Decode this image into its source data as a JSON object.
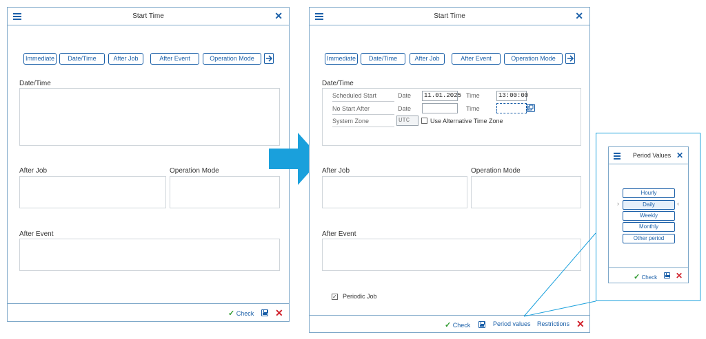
{
  "left_window": {
    "title": "Start Time",
    "tabs": [
      "Immediate",
      "Date/Time",
      "After Job",
      "After Event",
      "Operation Mode"
    ],
    "sections": {
      "datetime": "Date/Time",
      "after_job": "After Job",
      "operation_mode": "Operation Mode",
      "after_event": "After Event"
    },
    "footer": {
      "check": "Check"
    }
  },
  "right_window": {
    "title": "Start Time",
    "tabs": [
      "Immediate",
      "Date/Time",
      "After Job",
      "After Event",
      "Operation Mode"
    ],
    "sections": {
      "datetime": "Date/Time",
      "after_job": "After Job",
      "operation_mode": "Operation Mode",
      "after_event": "After Event"
    },
    "form": {
      "scheduled_start": "Scheduled Start",
      "no_start_after": "No Start After",
      "system_zone": "System Zone",
      "date_label": "Date",
      "time_label": "Time",
      "scheduled_date": "11.01.2025",
      "scheduled_time": "13:00:00",
      "zone_value": "UTC",
      "alt_zone_label": "Use Alternative Time Zone"
    },
    "periodic": {
      "label": "Periodic Job",
      "checked": true
    },
    "footer": {
      "check": "Check",
      "period_values": "Period values",
      "restrictions": "Restrictions"
    }
  },
  "period_dialog": {
    "title": "Period Values",
    "options": [
      "Hourly",
      "Daily",
      "Weekly",
      "Monthly",
      "Other period"
    ],
    "selected": "Daily",
    "footer": {
      "check": "Check"
    }
  },
  "colors": {
    "accent": "#1a5fa8",
    "border": "#7ea8c9",
    "arrow": "#1aa0dc",
    "ok": "#2e9a2e",
    "cancel": "#d0202a"
  }
}
